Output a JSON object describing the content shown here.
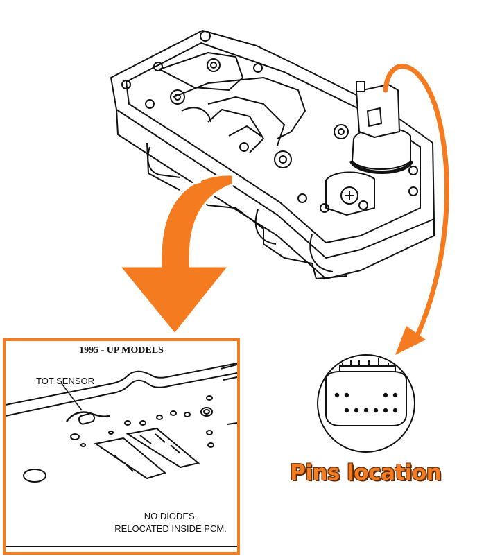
{
  "inset": {
    "title": "1995 - UP MODELS",
    "sensor_label": "TOT SENSOR",
    "note_line1": "NO DIODES.",
    "note_line2": "RELOCATED INSIDE PCM."
  },
  "connector": {
    "caption": "Pins location"
  },
  "colors": {
    "accent": "#f47b20",
    "caption_outline": "#5a2a08",
    "line_art": "#111111"
  },
  "icons": [
    "solenoid-body-drawing",
    "curved-arrow",
    "connector-face"
  ]
}
